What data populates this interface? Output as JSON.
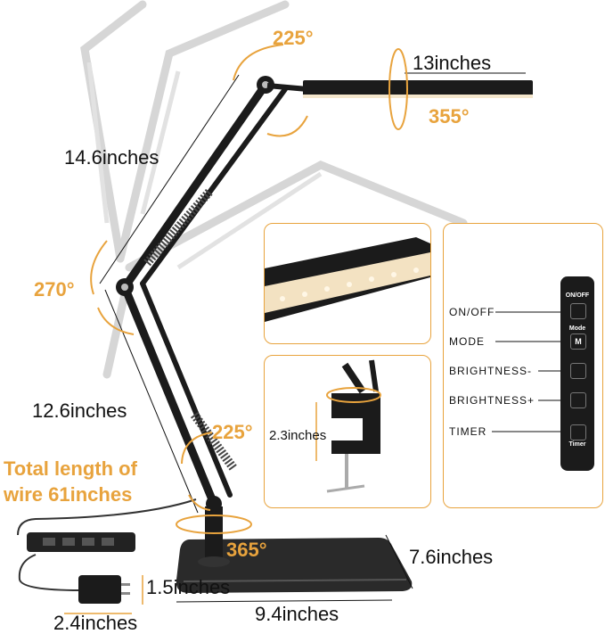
{
  "dimensions": {
    "head_length": "13inches",
    "upper_arm": "14.6inches",
    "lower_arm": "12.6inches",
    "clamp_height": "2.3inches",
    "base_depth": "7.6inches",
    "base_width": "9.4inches",
    "adapter_height": "1.5inches",
    "adapter_width": "2.4inches"
  },
  "angles": {
    "top_joint": "225°",
    "head_rotation": "355°",
    "middle_joint": "270°",
    "lower_joint": "225°",
    "base_rotation": "365°"
  },
  "wire_note": [
    "Total length of",
    "wire 61inches"
  ],
  "controls": {
    "on_off": "ON/OFF",
    "mode": "MODE",
    "brightness_down": "BRIGHTNESS-",
    "brightness_up": "BRIGHTNESS+",
    "timer": "TIMER"
  },
  "remote": {
    "on_off": "ON/OFF",
    "mode": "Mode",
    "mode_key": "M",
    "timer": "Timer"
  },
  "colors": {
    "accent": "#e8a33d",
    "lamp": "#1b1b1b",
    "ghost": "#d2d2d2"
  }
}
